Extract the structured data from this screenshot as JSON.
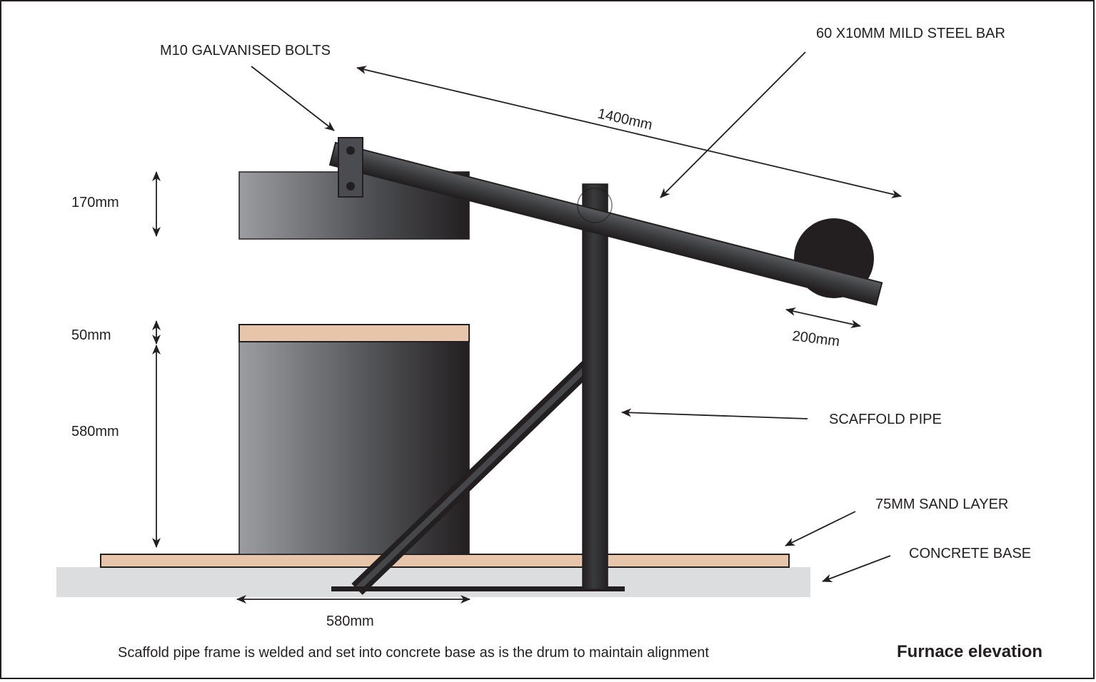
{
  "labels": {
    "bolts": "M10 GALVANISED BOLTS",
    "bar": "60 X10MM MILD STEEL BAR",
    "bar_length": "1400mm",
    "lid_height": "170mm",
    "sand_height": "50mm",
    "drum_height": "580mm",
    "weight_diameter": "200mm",
    "scaffold_pipe": "SCAFFOLD PIPE",
    "sand_layer": "75MM SAND LAYER",
    "concrete_base": "CONCRETE BASE",
    "drum_width": "580mm"
  },
  "caption": "Scaffold pipe frame is welded and set into concrete base as is the drum to maintain alignment",
  "title": "Furnace elevation",
  "colors": {
    "steel_dark": "#231f20",
    "sand": "#e6c5aa",
    "concrete": "#dcdddf",
    "drum_light": "#9a9c9f",
    "drum_dark": "#231f20"
  }
}
